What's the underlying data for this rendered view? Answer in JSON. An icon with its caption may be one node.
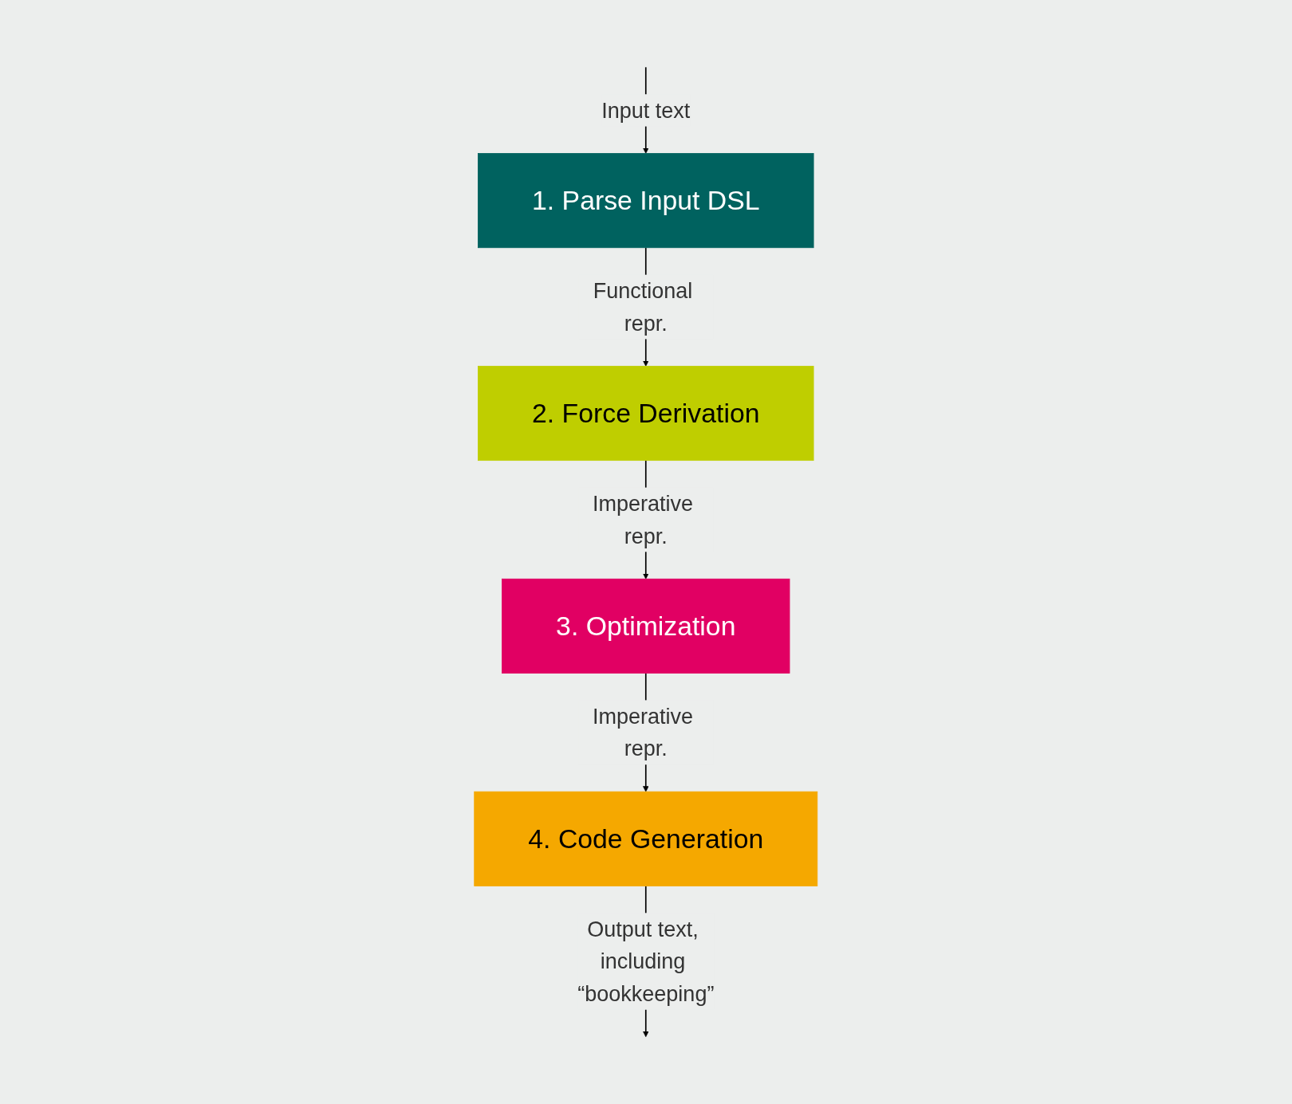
{
  "diagram": {
    "nodes": [
      {
        "text": [
          "1. Parse Input DSL"
        ]
      },
      {
        "text": [
          "2. Force Derivation"
        ]
      },
      {
        "text": [
          "3. Optimization"
        ]
      },
      {
        "text": [
          "4. Code Generation"
        ]
      }
    ],
    "edges": [
      {
        "from": null,
        "to": 0,
        "arrow": "to",
        "label": "Input text"
      },
      {
        "from": 0,
        "to": 1,
        "arrow": "to",
        "label": "Functional repr."
      },
      {
        "from": 1,
        "to": 2,
        "arrow": "to",
        "label": "Imperative repr."
      },
      {
        "from": 2,
        "to": 3,
        "arrow": "to",
        "label": "Imperative repr."
      },
      {
        "from": 3,
        "to": null,
        "arrow": "to",
        "label": "Output text, including “bookkeeping”"
      }
    ]
  }
}
